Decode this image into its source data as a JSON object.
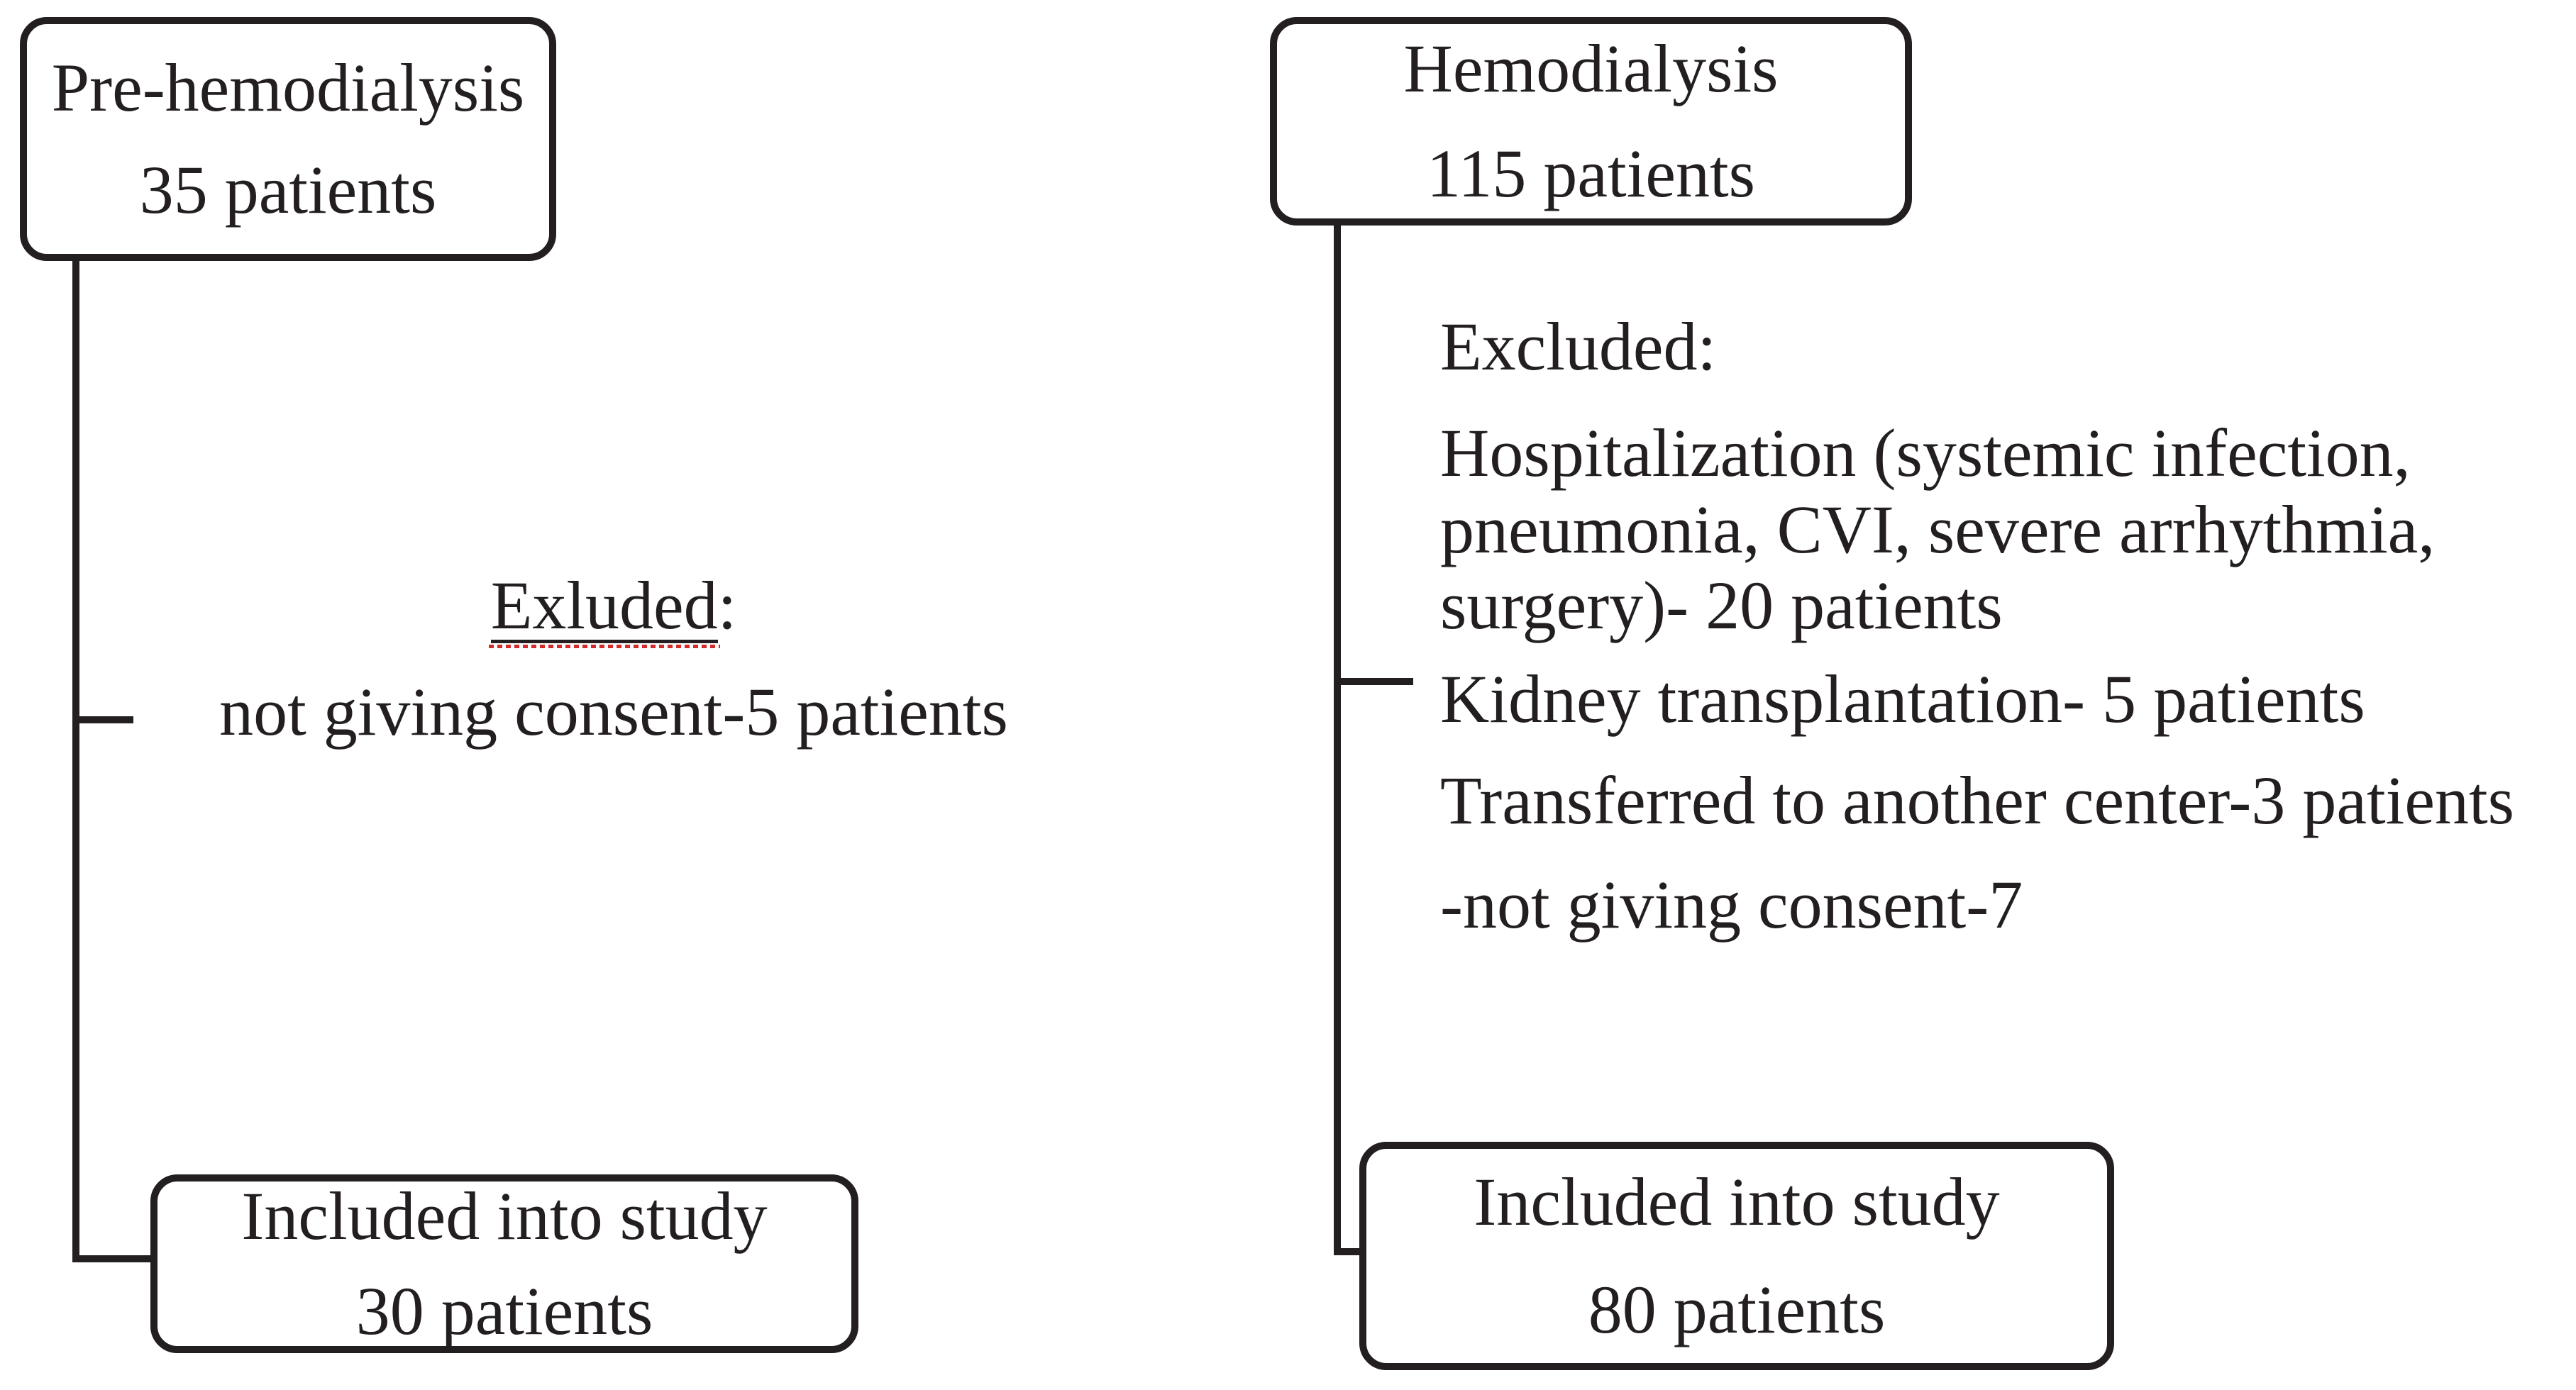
{
  "left_column": {
    "source_box": {
      "line1": "Pre-hemodialysis",
      "line2": "35 patients"
    },
    "excluded_word": "Exluded",
    "excluded_colon": ":",
    "excluded_item": "not giving consent-5 patients",
    "result_box": {
      "line1": "Included into study",
      "line2": "30 patients"
    }
  },
  "right_column": {
    "source_box": {
      "line1": "Hemodialysis",
      "line2": "115 patients"
    },
    "excluded_heading": "Excluded:",
    "excluded_items": [
      "Hospitalization (systemic infection, pneumonia, CVI, severe arrhythmia, surgery)- 20 patients",
      "Kidney transplantation- 5 patients",
      "Transferred to another center-3 patients",
      "-not giving consent-7"
    ],
    "result_box": {
      "line1": "Included into study",
      "line2": "80 patients"
    }
  },
  "colors": {
    "ink": "#231f20",
    "spellcheck_red": "#d42a2a"
  }
}
